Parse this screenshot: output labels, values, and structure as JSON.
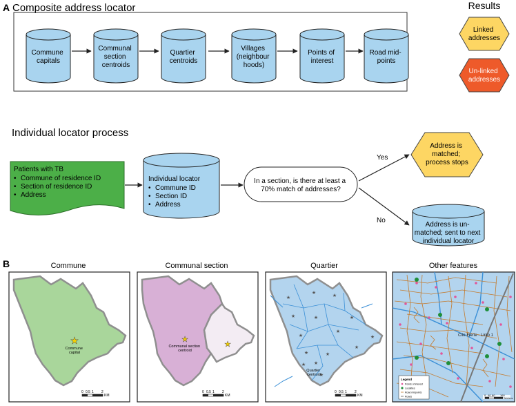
{
  "panel_a": {
    "letter": "A",
    "title": "Composite address locator",
    "steps": [
      [
        "Commune",
        "capitals"
      ],
      [
        "Communal",
        "section",
        "centroids"
      ],
      [
        "Quartier",
        "centroids"
      ],
      [
        "Villages",
        "(neighbour",
        "hoods)"
      ],
      [
        "Points of",
        "interest"
      ],
      [
        "Road mid-",
        "points"
      ]
    ],
    "results": {
      "title": "Results",
      "linked": [
        "Linked",
        "addresses"
      ],
      "unlinked": [
        "Un-linked",
        "addresses"
      ]
    }
  },
  "individual": {
    "title": "Individual locator process",
    "patients": {
      "title": "Patients with TB",
      "items": [
        "Commune of residence ID",
        "Section of residence ID",
        "Address"
      ]
    },
    "locator": {
      "title": "Individual locator",
      "items": [
        "Commune ID",
        "Section ID",
        "Address"
      ]
    },
    "decision": [
      "In a section, is there at least a",
      "70% match of addresses?"
    ],
    "yes_label": "Yes",
    "no_label": "No",
    "matched": [
      "Address is",
      "matched;",
      "process stops"
    ],
    "unmatched": [
      "Address is un-",
      "matched; sent to next",
      "individual locator"
    ]
  },
  "panel_b": {
    "letter": "B",
    "maps": [
      {
        "title": "Commune",
        "labels": [
          "Commune",
          "capital"
        ]
      },
      {
        "title": "Communal section",
        "labels": [
          "Communal section",
          "centroid"
        ]
      },
      {
        "title": "Quartier",
        "labels": [
          "Quartier",
          "centroid"
        ]
      },
      {
        "title": "Other features",
        "labels": [
          "Cite Fierte - Linto 1"
        ]
      }
    ],
    "scale_ticks_km": [
      "0",
      "0.5",
      "1",
      "2"
    ],
    "scale_unit_km": "KM",
    "scale_ticks_m": [
      "0",
      "40",
      "80",
      "160"
    ],
    "scale_unit_m": "Meters",
    "legend": {
      "title": "Legend",
      "items": [
        "Points of interest",
        "Localities",
        "Road midpoints",
        "Roads"
      ]
    }
  },
  "colors": {
    "cylinder": "#a9d4ef",
    "linked": "#fdd663",
    "unlinked": "#ee5a2a",
    "patients": "#4caf48",
    "commune_fill": "#a9d69b",
    "section_fill": "#d8b0d6",
    "section_light": "#f3ecf3",
    "quartier_fill": "#b3d4ee",
    "river": "#3a8fd6",
    "road": "#c47a2c",
    "outline": "#8f8f8f"
  }
}
